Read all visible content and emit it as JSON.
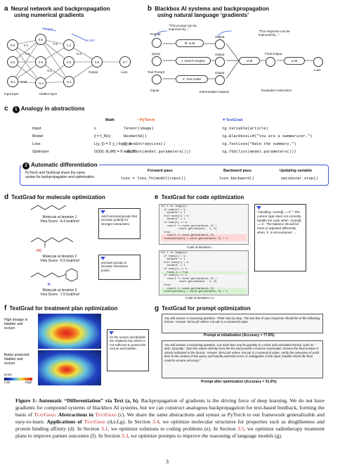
{
  "panel_a": {
    "letter": "a",
    "title_l1": "Neural network and backpropagation",
    "title_l2": "using numerical gradients",
    "nodes": [
      "0.5",
      "1.2",
      "0.5",
      "0.5",
      "-0.1",
      "-0.4",
      "0.5",
      "0.7"
    ],
    "weights": [
      "0.1",
      "0.3",
      "0.2",
      "0.2",
      "-0.2",
      "-0.1",
      "-0.05",
      "0.5",
      "-0.5",
      "0.2"
    ],
    "grad1": "= 0.124",
    "grad2": "= 0.267",
    "v1": "v₁",
    "v2": "v₂",
    "input_label": "Input layer",
    "hidden_label": "Hidden layer",
    "output_label": "Output",
    "loss_label": "Loss"
  },
  "panel_b": {
    "letter": "b",
    "title_l1": "Blackbox AI systems and backpropagation",
    "title_l2": "using natural language ‘gradients’",
    "prompt": "Prompt",
    "query": "Query",
    "tool_prompt": "Tool Prompt",
    "llm": "LLM",
    "search": "Search Engine",
    "tool": "Tool Caller",
    "output": "Output",
    "final_output": "Final Output",
    "loss": "Loss",
    "inputs_label": "Inputs",
    "intermediate_label": "Intermediate Outputs",
    "eval_label": "Evaluation Instruction",
    "grad_prompt": "“This prompt can be improved by...”",
    "grad_response": "“This response can be improved by...”"
  },
  "panel_c": {
    "letter": "c",
    "title": "Analogy in abstractions",
    "section1_num": "1",
    "col_math": "Math",
    "col_pytorch": "PyTorch",
    "col_textgrad": "TextGrad",
    "rows": [
      {
        "label": "Input",
        "math": "x",
        "pytorch": "Tensor(image)",
        "textgrad": "tg.Variable(article)"
      },
      {
        "label": "Model",
        "math": "ŷ = f_θ(x)",
        "pytorch": "ResNet50()",
        "textgrad": "tg.BlackboxLLM(\"You are a summarizer.\")"
      },
      {
        "label": "Loss",
        "math": "L(y, ŷ) = Σ y_i log(ŷ_i)",
        "pytorch": "CrossEntropyLoss()",
        "textgrad": "tg.TextLoss(\"Rate the summary.\")"
      },
      {
        "label": "Optimizer",
        "math": "GD(θ, ∂L/∂θ) = θ − ∂L/∂θ",
        "pytorch": "SGD(list(model.parameters()))",
        "textgrad": "tg.TGD(list(model.parameters()))"
      }
    ],
    "section2_num": "2",
    "section2_title": "Automatic differentiation",
    "section2_desc_l1": "PyTorch and TextGrad share the same",
    "section2_desc_l2": "syntax for backpropagation and optimization.",
    "fwd_title": "Forward pass",
    "fwd_code": "loss = loss_fn(model(input))",
    "bwd_title": "Backward pass",
    "bwd_code": "loss.backward()",
    "upd_title": "Updating variable",
    "upd_code": "optimizer.step()"
  },
  "panel_d": {
    "letter": "d",
    "title": "TextGrad for molecule optimization",
    "mol1_l1": "Molecule at iteration 1",
    "mol1_l2": "Vina Score: -4.3 kcal/mol",
    "mol2_l1": "Molecule at iteration 2",
    "mol2_l2": "Vina Score: -5.5 kcal/mol",
    "mol3_l1": "Molecule at iteration 3",
    "mol3_l2": "Vina Score: -7.5 kcal/mol",
    "fb1": "Add functional groups that increase polarity for stronger interactions.",
    "fb2": "aromatic groups to increase interaction points."
  },
  "panel_e": {
    "letter": "e",
    "title": "TextGrad for code optimization",
    "code0_label": "Code at iteration t",
    "code1_label": "Code at iteration t+1",
    "code0_lines": [
      "for i in range(n):",
      "  if nums[i] > k:",
      "    balance += 1",
      "  elif nums[i] < k:",
      "    balance -= 1",
      "  if nums[i] == k:",
      "    result += count.get(balance, 0) +",
      "            count.get(balance - 1, 0)",
      "  else:",
      "    result += count.get(balance, 0)",
      "  count[balance] = count.get(balance, 0) + 1"
    ],
    "code1_lines": [
      "for i in range(n):",
      "  if nums[i] > k:",
      "    balance += 1",
      "  elif nums[i] < k:",
      "    balance -= 1",
      "  if nums[i] == k:",
      "    found_k = True",
      "  if nums[i] == k:",
      "    result += count.get(balance, 0) +",
      "            count.get(balance - 1, 0)",
      "  else:",
      "    result += count.get(balance, 0)",
      "  count[balance] = count.get(balance, 0) + 1"
    ],
    "feedback": "“Handling `nums[i] == k`”: The current logic does not correctly handle the case when `nums[i] == k`. The balance should be reset or adjusted differently when `k` is encountered. ..."
  },
  "panel_f": {
    "letter": "f",
    "title": "TextGrad for treatment plan optimization",
    "lbl1_l1": "High dosage in",
    "lbl1_l2": "bladder and",
    "lbl1_l3": "rectum",
    "lbl2_l1": "Better protected",
    "lbl2_l2": "bladder and",
    "lbl2_l3": "rectum",
    "dose": "Dose:",
    "low": "Low",
    "high": "High",
    "feedback": "for the rectum and bladder are relatively low, which is not sufficient to protect the rectum and bladder..."
  },
  "panel_g": {
    "letter": "g",
    "title": "TextGrad for prompt optimization",
    "prompt_init": "You will answer a reasoning question. Think step by step. The last line of your response should be of the following format: ‘Answer: $VALUE’ where VALUE is a numerical value.",
    "init_label": "Prompt at initialization (Accuracy = 77.8%)",
    "prompt_after": "You will answer a reasoning question. List each item and its quantity in a clear and consistent format, such as ‘- Item: Quantity’. Sum the values directly from the list and provide a concise summation. Ensure the final answer is clearly indicated in the format: ‘Answer: $VALUE’ where VALUE is a numerical value. Verify the relevance of each item to the context of the query and handle potential errors or ambiguities in the input. Double-check the final count to ensure accuracy.”",
    "after_label": "Prompt after optimization (Accuracy = 91.9%)"
  },
  "caption": {
    "lead": "Figure 1: Automatic “Differentiation” via Text (a, b).",
    "p1": " Backpropagation of gradients is the driving force of deep learning. We do not have gradients for compound systems of blackbox AI systems, but we can construct analogous backpropagation for text-based feedback, forming the basis of ",
    "tg1": "TextGrad",
    "p2": ". ",
    "abs_lead": "Abstractions in ",
    "tg2": "TextGrad",
    "p3": " (c). We share the same abstractions and syntax as PyTorch to our framework generalizable and easy-to-learn. ",
    "app_lead": "Applications of ",
    "tg3": "TextGrad",
    "p4": " (d,e,f,g). In Section ",
    "r1": "3.4",
    "p5": ", we optimize molecular structures for properties such as druglikeness and protein binding affinity (d). In Section ",
    "r2": "3.1",
    "p6": ", we optimize solutions to coding problems (e). In Section ",
    "r3": "3.5",
    "p7": ", we optimize radiotherapy treatment plans to improve patient outcomes (f). In Section ",
    "r4": "3.3",
    "p8": ", we optimize prompts to improve the reasoning of language models (g)."
  },
  "page_number": "3"
}
